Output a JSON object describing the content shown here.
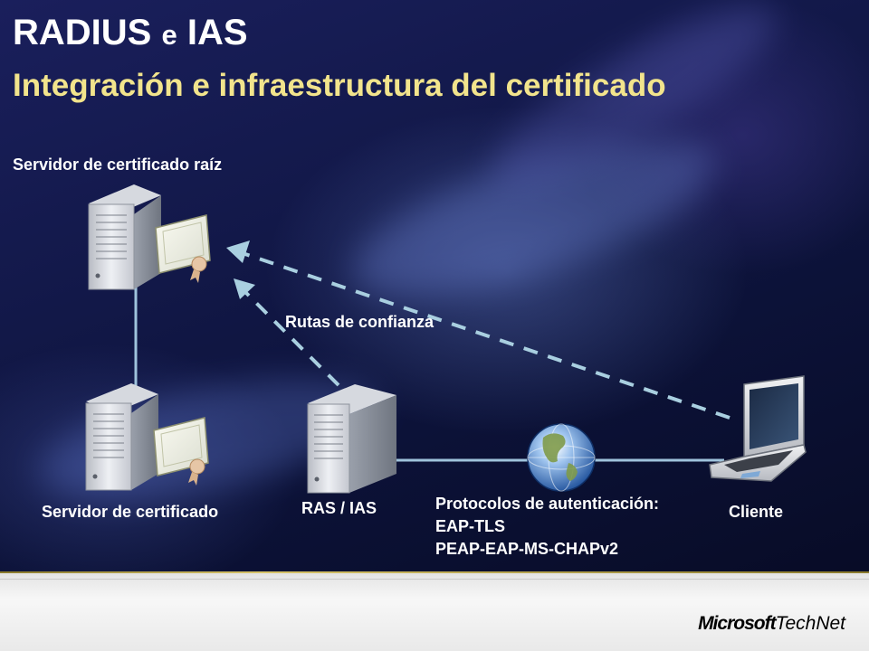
{
  "slide": {
    "title_main": "RADIUS",
    "title_conj": "e",
    "title_end": "IAS",
    "subtitle": "Integración e infraestructura del certificado"
  },
  "nodes": {
    "root_server": "Servidor de certificado raíz",
    "cert_server": "Servidor de certificado",
    "ras_ias": "RAS / IAS",
    "client": "Cliente"
  },
  "trust_paths_label": "Rutas de confianza",
  "protocols": {
    "heading": "Protocolos de autenticación:",
    "items": [
      "EAP-TLS",
      "PEAP-EAP-MS-CHAPv2"
    ]
  },
  "brand": {
    "company": "Microsoft",
    "product": "TechNet"
  },
  "colors": {
    "title": "#ffffff",
    "subtitle": "#f2e48c",
    "connector": "#9fc3dc",
    "trust_path": "#a9cfe0"
  }
}
